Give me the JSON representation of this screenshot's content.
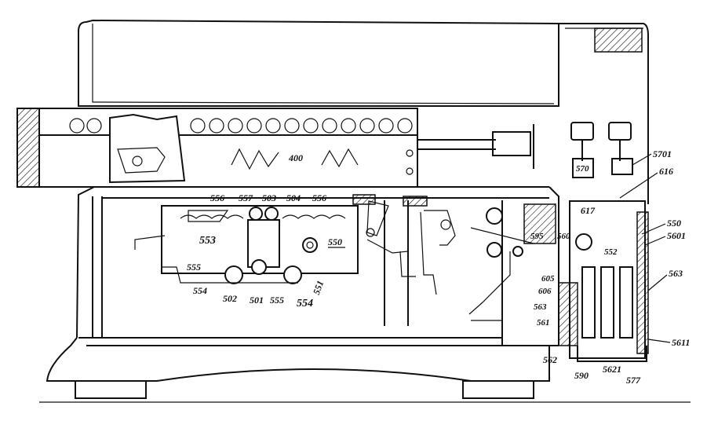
{
  "figure": {
    "ref_numerals": {
      "n400": "400",
      "n570": "570",
      "n5701": "5701",
      "n616": "616",
      "n617": "617",
      "n556a": "556",
      "n557": "557",
      "n503": "503",
      "n504": "504",
      "n556b": "556",
      "n553": "553",
      "n550a": "550",
      "n555a": "555",
      "n554a": "554",
      "n502": "502",
      "n501": "501",
      "n555b": "555",
      "n554b": "554",
      "n551": "551",
      "n595": "595",
      "n560": "560",
      "n552": "552",
      "n550b": "550",
      "n5601": "5601",
      "n605": "605",
      "n606": "606",
      "n563a": "563",
      "n563b": "563",
      "n561": "561",
      "n562": "562",
      "n590": "590",
      "n5621": "5621",
      "n577": "577",
      "n5611": "5611"
    }
  }
}
